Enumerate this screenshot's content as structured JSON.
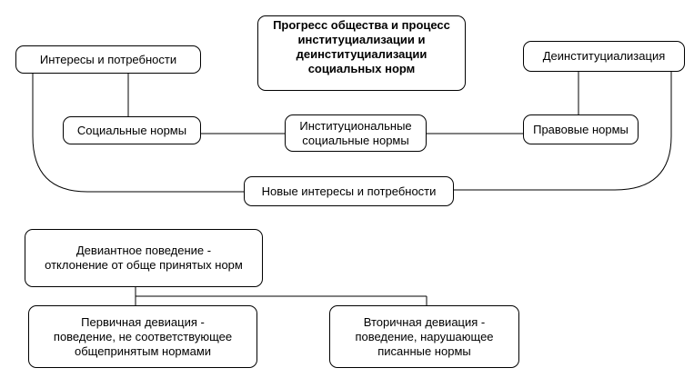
{
  "diagram": {
    "title": "Прогресс общества и процесс\nинституциализации и\nдеинституциализации\nсоциальных норм",
    "interests_needs": "Интересы и потребности",
    "deinstitutionalization": "Деинституциализация",
    "social_norms": "Социальные нормы",
    "institutional_norms": "Институциональные\nсоциальные нормы",
    "legal_norms": "Правовые нормы",
    "new_interests": "Новые интересы и потребности",
    "deviant_behavior": "Девиантное поведение -\nотклонение от обще принятых норм",
    "primary_deviation": "Первичная девиация -\nповедение, не соответствующее\nобщепринятым нормами",
    "secondary_deviation": "Вторичная девиация -\nповедение, нарушающее\nписанные нормы"
  },
  "colors": {
    "line": "#000000",
    "box_border": "#000000",
    "background": "#ffffff"
  }
}
